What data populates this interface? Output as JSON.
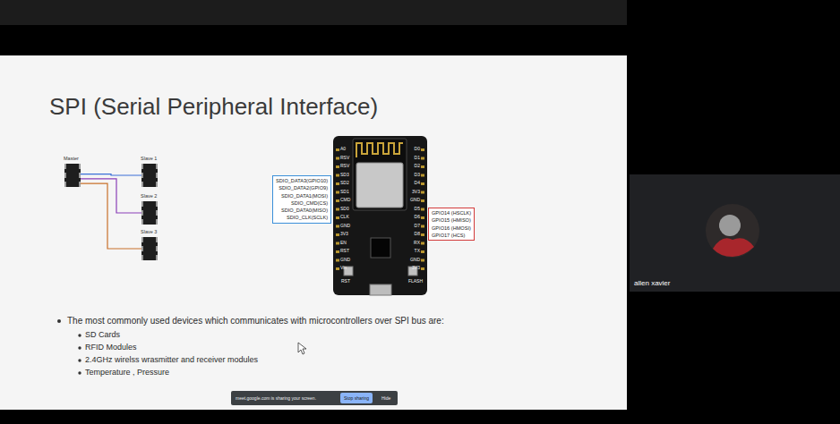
{
  "diagram": {
    "title": "SPI (Serial Peripheral Interface)",
    "nodes": [
      {
        "text": [
          "Master"
        ]
      },
      {
        "text": [
          "Slave 1"
        ]
      },
      {
        "text": [
          "Slave 2"
        ]
      },
      {
        "text": [
          "Slave 3"
        ]
      },
      {
        "text": [
          "SDIO_DATA3(GPIO10)",
          "SDIO_DATA2(GPIO9)",
          "SDIO_DATA1(MOSI)",
          "SDIO_CMD(CS)",
          "SDIO_DATA0(MISO)",
          "SDIO_CLK(SCLK)"
        ]
      },
      {
        "text": [
          "A0",
          "RSV",
          "RSV",
          "SD3",
          "SD2",
          "SD1",
          "CMD",
          "SD0",
          "CLK",
          "GND",
          "3V3",
          "EN",
          "RST",
          "GND",
          "Vin",
          "D0",
          "D1",
          "D2",
          "D3",
          "D4",
          "3V3",
          "GND",
          "D5",
          "D6",
          "D7",
          "D8",
          "RX",
          "TX",
          "GND",
          "3V3",
          "RST",
          "FLASH"
        ]
      },
      {
        "text": [
          "GPIO14 (HSCLK)",
          "GPIO15 (HMISO)",
          "GPIO16 (HMOSI)",
          "GPIO17 (HCS)"
        ]
      },
      {
        "text": [
          "meet.google.com is sharing your screen.",
          "Hide"
        ]
      },
      {
        "text": [
          "Stop sharing"
        ],
        "in": 7
      },
      {
        "text": [
          "allen xavier"
        ]
      }
    ],
    "edges": [
      {
        "from": 0,
        "to": 1,
        "arrow": "none"
      },
      {
        "from": 0,
        "to": 2,
        "arrow": "none"
      },
      {
        "from": 0,
        "to": 3,
        "arrow": "none"
      }
    ],
    "labels": [
      "The most commonly used devices which communicates with microcontrollers over SPI bus are:",
      "SD Cards",
      "RFID Modules",
      "2.4GHz wirelss wrasmitter and receiver modules",
      "Temperature , Pressure"
    ]
  }
}
